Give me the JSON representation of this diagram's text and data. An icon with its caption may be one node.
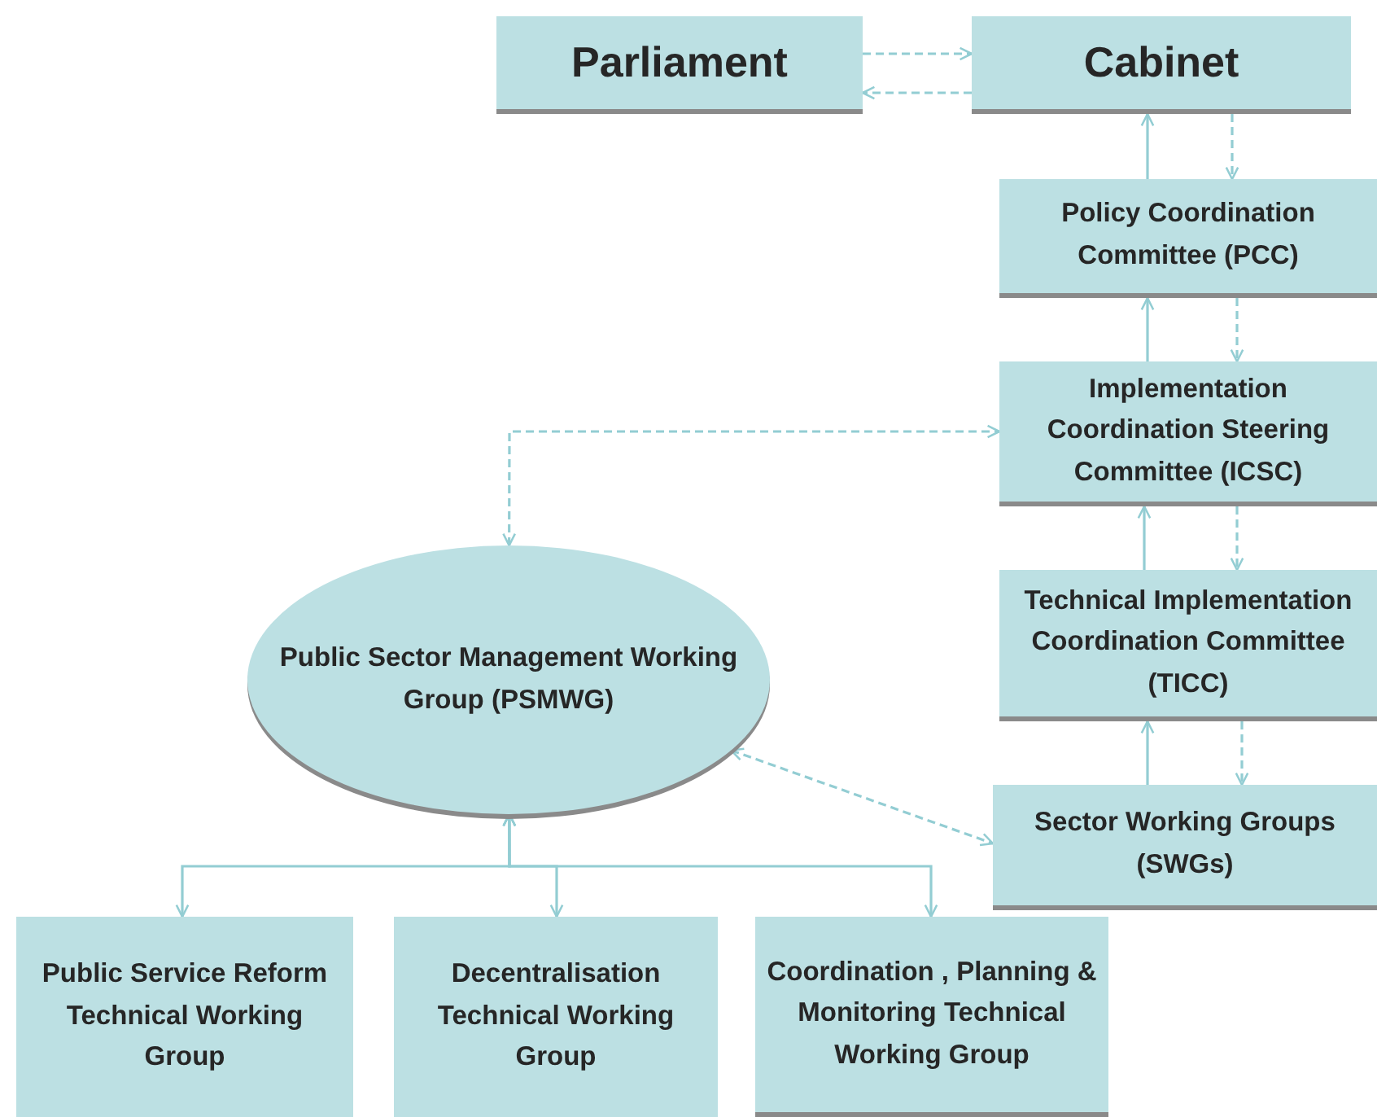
{
  "diagram": {
    "nodes": [
      {
        "text": [
          "Parliament"
        ]
      },
      {
        "text": [
          "Cabinet"
        ]
      },
      {
        "text": [
          "Policy Coordination Committee (PCC)"
        ]
      },
      {
        "text": [
          "Implementation Coordination Steering Committee (ICSC)"
        ]
      },
      {
        "text": [
          "Technical Implementation Coordination Committee (TICC)"
        ]
      },
      {
        "text": [
          "Sector Working Groups (SWGs)"
        ]
      },
      {
        "text": [
          "Public Sector Management Working Group (PSMWG)"
        ]
      },
      {
        "text": [
          "Public Service Reform Technical Working Group"
        ]
      },
      {
        "text": [
          "Decentralisation Technical Working Group"
        ]
      },
      {
        "text": [
          "Coordination , Planning & Monitoring Technical Working Group"
        ]
      }
    ],
    "edges": [
      {
        "from": 0,
        "to": 1,
        "arrow": "to",
        "style": "dashed"
      },
      {
        "from": 1,
        "to": 0,
        "arrow": "to",
        "style": "dashed"
      },
      {
        "from": 2,
        "to": 1,
        "arrow": "to"
      },
      {
        "from": 1,
        "to": 2,
        "arrow": "to",
        "style": "dashed"
      },
      {
        "from": 3,
        "to": 2,
        "arrow": "to"
      },
      {
        "from": 2,
        "to": 3,
        "arrow": "to",
        "style": "dashed"
      },
      {
        "from": 4,
        "to": 3,
        "arrow": "to"
      },
      {
        "from": 3,
        "to": 4,
        "arrow": "to",
        "style": "dashed"
      },
      {
        "from": 5,
        "to": 4,
        "arrow": "to"
      },
      {
        "from": 4,
        "to": 5,
        "arrow": "to",
        "style": "dashed"
      },
      {
        "from": 6,
        "to": 3,
        "arrow": "both",
        "style": "dashed"
      },
      {
        "from": 6,
        "to": 5,
        "arrow": "both",
        "style": "dashed"
      },
      {
        "from": 6,
        "to": 7,
        "arrow": "both"
      },
      {
        "from": 6,
        "to": 8,
        "arrow": "both"
      },
      {
        "from": 6,
        "to": 9,
        "arrow": "both"
      }
    ]
  }
}
